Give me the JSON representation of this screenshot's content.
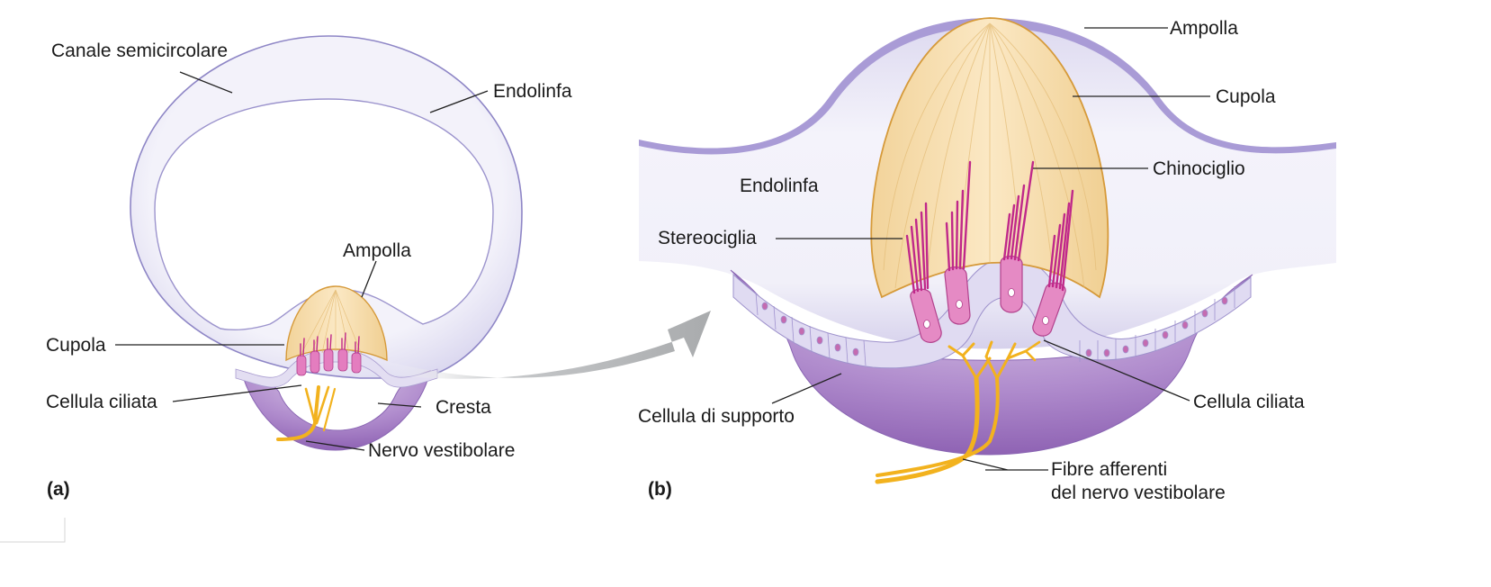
{
  "panel_a": {
    "tag": "(a)",
    "labels": {
      "canale": "Canale semicircolare",
      "endolinfa": "Endolinfa",
      "ampolla": "Ampolla",
      "cupola": "Cupola",
      "cellula_ciliata": "Cellula ciliata",
      "cresta": "Cresta",
      "nervo": "Nervo vestibolare"
    }
  },
  "panel_b": {
    "tag": "(b)",
    "labels": {
      "ampolla": "Ampolla",
      "cupola": "Cupola",
      "chinociglio": "Chinociglio",
      "endolinfa": "Endolinfa",
      "stereociglia": "Stereociglia",
      "cellula_ciliata": "Cellula ciliata",
      "cellula_supporto": "Cellula di supporto",
      "fibre_line1": "Fibre afferenti",
      "fibre_line2": "del nervo vestibolare"
    }
  },
  "colors": {
    "canal_fill": "#e6e4f4",
    "canal_edge": "#8e86c6",
    "cupola_fill": "#f6dcab",
    "cupola_edge": "#d69a3a",
    "hair_cell": "#e47dbf",
    "support_cell": "#dcd6ef",
    "crista_base": "#a478c4",
    "nerve": "#f2b21e",
    "arrow": "#b9bbbd"
  }
}
